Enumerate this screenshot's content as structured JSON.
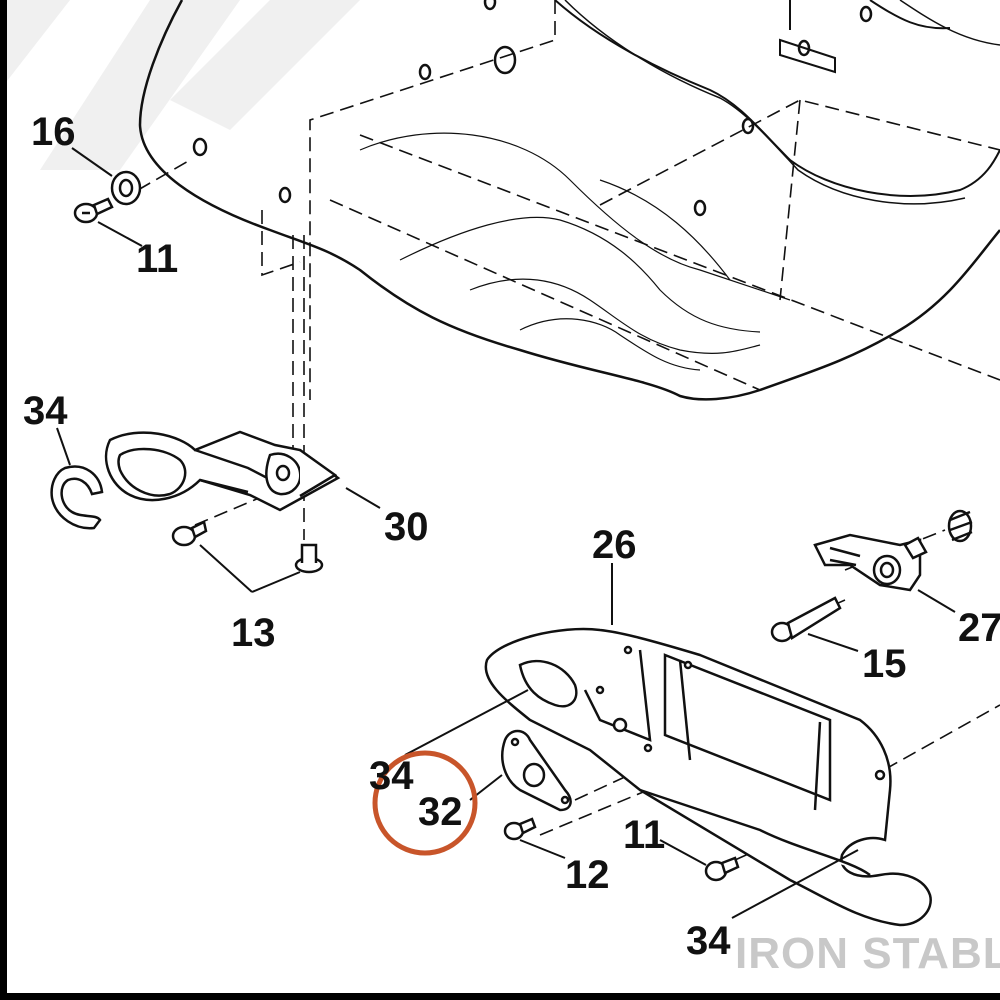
{
  "diagram": {
    "callouts": [
      "16",
      "11",
      "34",
      "30",
      "13",
      "26",
      "27",
      "15",
      "34",
      "32",
      "11",
      "12",
      "34"
    ],
    "watermark": "IRON STABLE"
  },
  "colors": {
    "line": "#111111",
    "highlight_circle": "#c8552a",
    "frame": "#000000",
    "watermark": "#c8c8c8"
  }
}
